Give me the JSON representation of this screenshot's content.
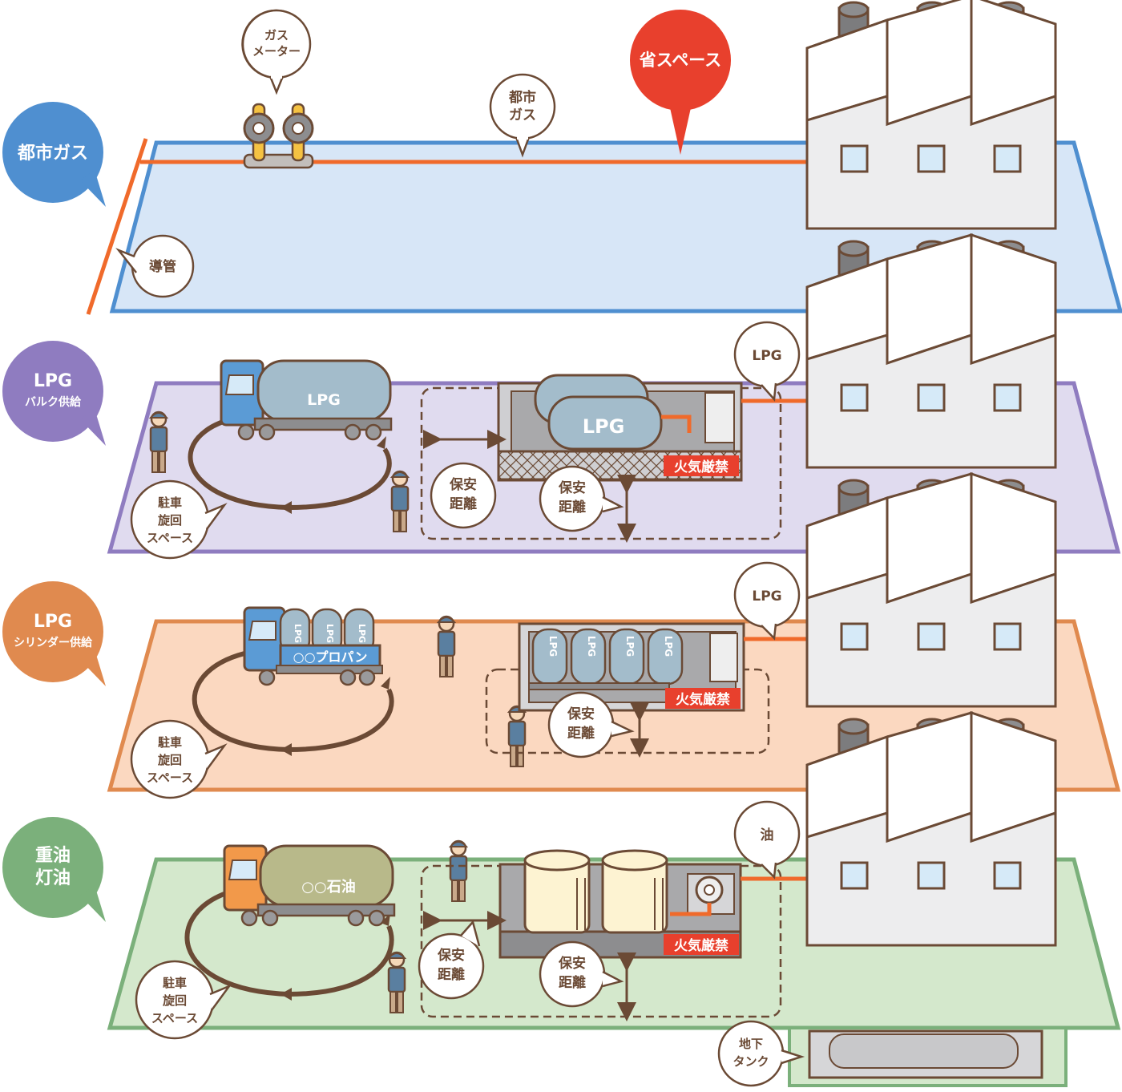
{
  "rows": {
    "city_gas": {
      "category": "都市ガス",
      "gas_meter": [
        "ガス",
        "メーター"
      ],
      "pipe_label": [
        "都市",
        "ガス"
      ],
      "space_saving": "省スペース",
      "conduit": "導管",
      "color": "#5b9bd5"
    },
    "lpg_bulk": {
      "category_main": "LPG",
      "category_sub": "バルク供給",
      "truck_label": "LPG",
      "tank_label": "LPG",
      "warning": "火気厳禁",
      "supply_label": "LPG",
      "safety_distance": [
        "保安",
        "距離"
      ],
      "parking": [
        "駐車",
        "旋回",
        "スペース"
      ],
      "color": "#8f7cc0"
    },
    "lpg_cylinder": {
      "category_main": "LPG",
      "category_sub": "シリンダー供給",
      "truck_label": "○○プロパン",
      "cylinder_label": "LPG",
      "warning": "火気厳禁",
      "supply_label": "LPG",
      "safety_distance": [
        "保安",
        "距離"
      ],
      "parking": [
        "駐車",
        "旋回",
        "スペース"
      ],
      "color": "#e08a4f"
    },
    "heavy_oil": {
      "category": [
        "重油",
        "灯油"
      ],
      "truck_label": "○○石油",
      "warning": "火気厳禁",
      "supply_label": "油",
      "safety_distance": [
        "保安",
        "距離"
      ],
      "parking": [
        "駐車",
        "旋回",
        "スペース"
      ],
      "underground_tank": [
        "地下",
        "タンク"
      ],
      "color": "#7bb07b"
    }
  }
}
